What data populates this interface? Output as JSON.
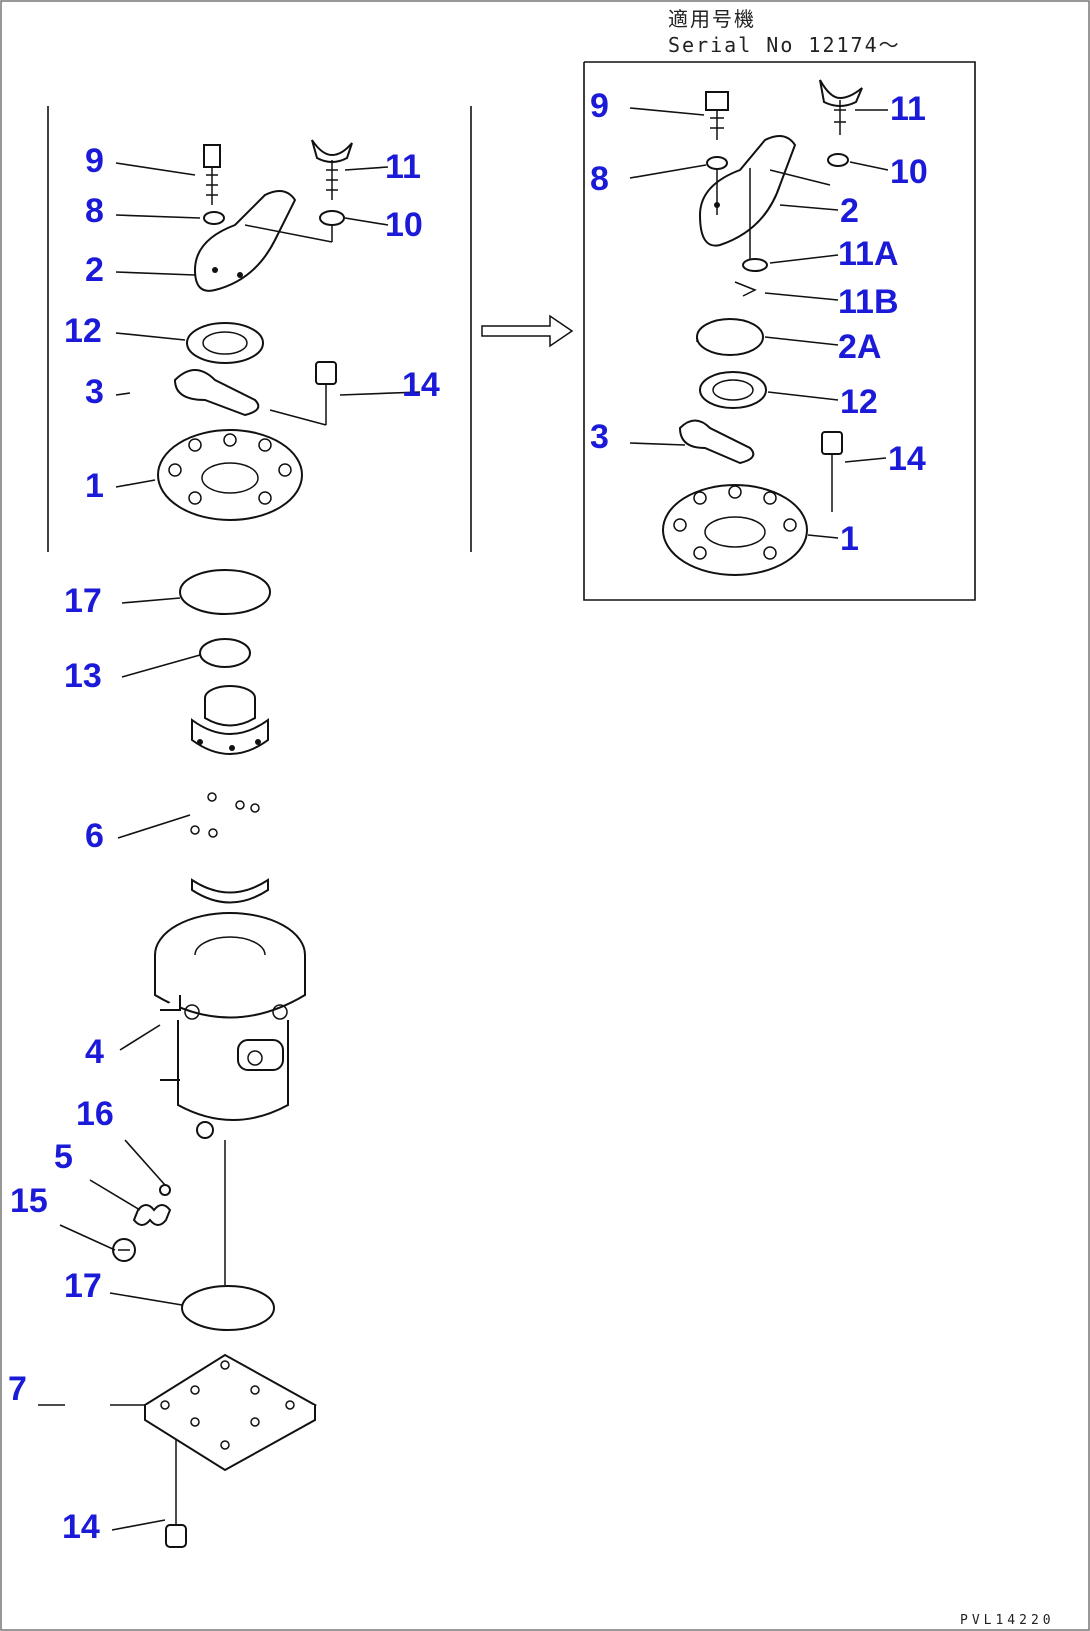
{
  "header": {
    "serial_kanji": "適用号機",
    "serial_text": "Serial No 12174～"
  },
  "drawing_code": "PVL14220",
  "callouts": {
    "left_9": "9",
    "left_8": "8",
    "left_2": "2",
    "left_12": "12",
    "left_3": "3",
    "left_1": "1",
    "left_11": "11",
    "left_10": "10",
    "left_14": "14",
    "main_17a": "17",
    "main_13": "13",
    "main_6": "6",
    "main_4": "4",
    "main_16": "16",
    "main_5": "5",
    "main_15": "15",
    "main_17b": "17",
    "main_7": "7",
    "main_14": "14",
    "right_9": "9",
    "right_8": "8",
    "right_3": "3",
    "right_11": "11",
    "right_10": "10",
    "right_2": "2",
    "right_11a": "11A",
    "right_11b": "11B",
    "right_2a": "2A",
    "right_12": "12",
    "right_14": "14",
    "right_1": "1"
  }
}
